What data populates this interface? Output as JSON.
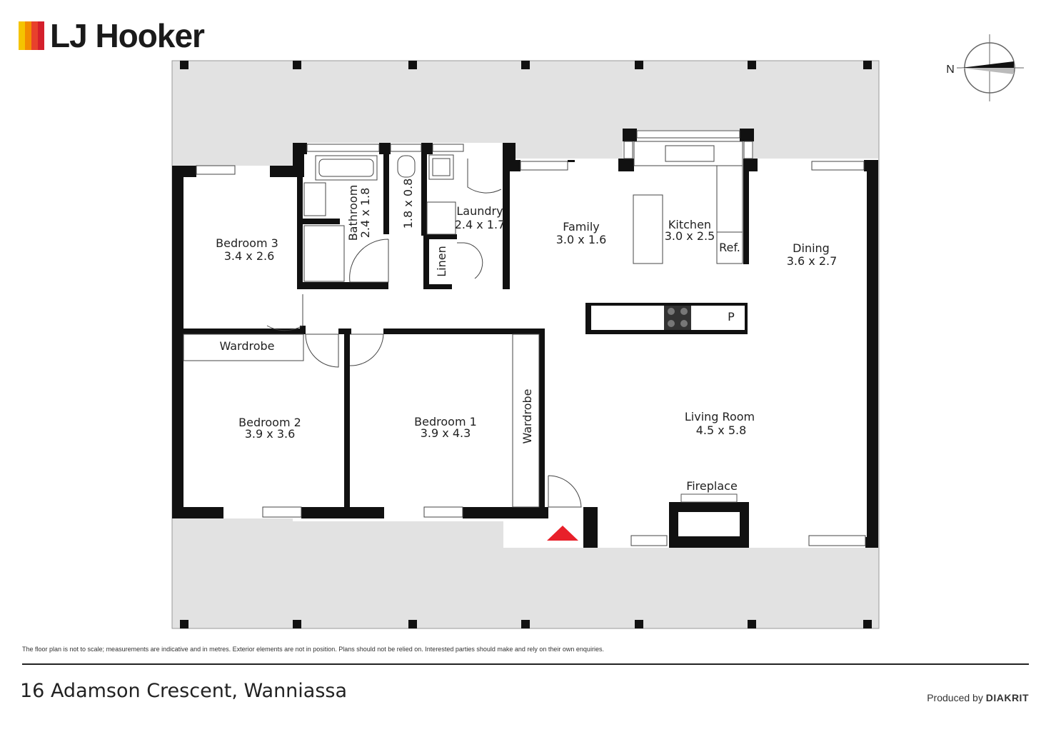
{
  "brand": {
    "name": "LJ Hooker",
    "colors": [
      "#f5c400",
      "#f28c00",
      "#e8412c",
      "#d4202c"
    ]
  },
  "compass": {
    "label": "N"
  },
  "rooms": {
    "bedroom3": {
      "name": "Bedroom 3",
      "size": "3.4 x 2.6"
    },
    "bathroom": {
      "name": "Bathroom",
      "size": "2.4 x 1.8"
    },
    "wc": {
      "size": "1.8 x 0.8"
    },
    "laundry": {
      "name": "Laundry",
      "size": "2.4 x 1.7"
    },
    "linen": {
      "name": "Linen"
    },
    "family": {
      "name": "Family",
      "size": "3.0 x 1.6"
    },
    "kitchen": {
      "name": "Kitchen",
      "size": "3.0 x 2.5"
    },
    "ref": {
      "name": "Ref."
    },
    "dining": {
      "name": "Dining",
      "size": "3.6 x 2.7"
    },
    "pantry": {
      "name": "P"
    },
    "wardrobe_b2": {
      "name": "Wardrobe"
    },
    "wardrobe_b1": {
      "name": "Wardrobe"
    },
    "bedroom2": {
      "name": "Bedroom 2",
      "size": "3.9 x 3.6"
    },
    "bedroom1": {
      "name": "Bedroom 1",
      "size": "3.9 x 4.3"
    },
    "living": {
      "name": "Living Room",
      "size": "4.5 x 5.8"
    },
    "fireplace": {
      "name": "Fireplace"
    }
  },
  "disclaimer": "The floor plan is not to scale; measurements are indicative and in metres. Exterior elements are not in position. Plans should not be relied on. Interested parties should make and rely on their own enquiries.",
  "address": "16 Adamson Crescent, Wanniassa",
  "credit": {
    "prefix": "Produced by",
    "brand": "DIAKRIT"
  },
  "entry_marker_color": "#e8202a",
  "deck_color": "#e2e2e2"
}
